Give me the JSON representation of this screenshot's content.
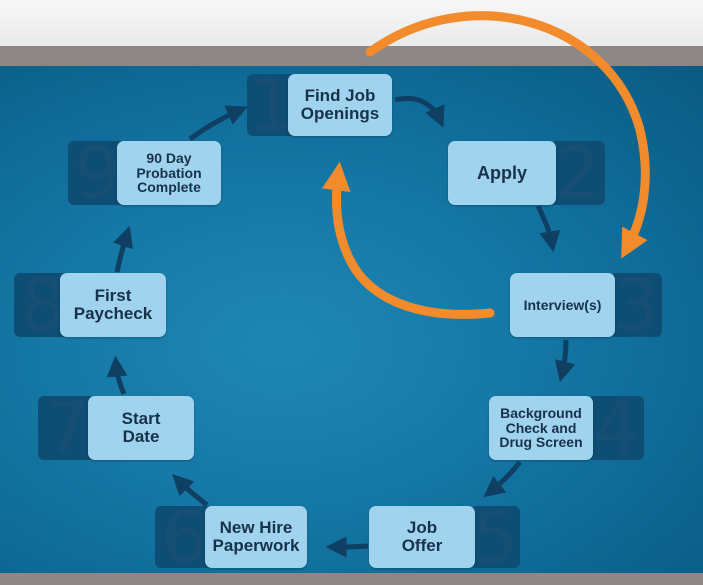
{
  "steps": [
    {
      "number": "1",
      "label": "Find Job\nOpenings"
    },
    {
      "number": "2",
      "label": "Apply"
    },
    {
      "number": "3",
      "label": "Interview(s)"
    },
    {
      "number": "4",
      "label": "Background\nCheck and\nDrug Screen"
    },
    {
      "number": "5",
      "label": "Job\nOffer"
    },
    {
      "number": "6",
      "label": "New Hire\nPaperwork"
    },
    {
      "number": "7",
      "label": "Start\nDate"
    },
    {
      "number": "8",
      "label": "First\nPaycheck"
    },
    {
      "number": "9",
      "label": "90 Day\nProbation\nComplete"
    }
  ],
  "colors": {
    "panel": "#167aa8",
    "box": "#9fd3ee",
    "number_tab": "#0e4e75",
    "arrow": "#0f3f62",
    "loop_arrow": "#f28b2c"
  }
}
